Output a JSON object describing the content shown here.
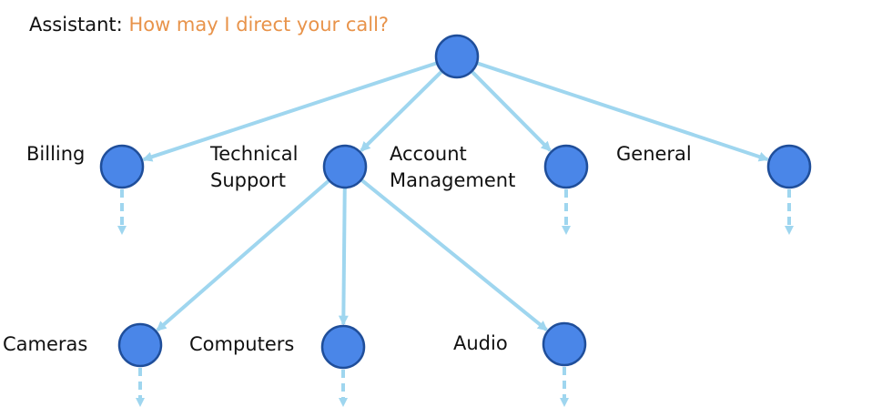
{
  "prompt": {
    "speaker": "Assistant:",
    "question": "How may I direct your call?"
  },
  "nodes": {
    "root": {},
    "billing": {
      "label_lines": [
        "Billing"
      ]
    },
    "technical_support": {
      "label_lines": [
        "Technical",
        "Support"
      ]
    },
    "account_management": {
      "label_lines": [
        "Account",
        "Management"
      ]
    },
    "general": {
      "label_lines": [
        "General"
      ]
    },
    "cameras": {
      "label_lines": [
        "Cameras"
      ]
    },
    "computers": {
      "label_lines": [
        "Computers"
      ]
    },
    "audio": {
      "label_lines": [
        "Audio"
      ]
    }
  },
  "edges": [
    {
      "from": "root",
      "to": "billing"
    },
    {
      "from": "root",
      "to": "technical_support"
    },
    {
      "from": "root",
      "to": "account_management"
    },
    {
      "from": "root",
      "to": "general"
    },
    {
      "from": "technical_support",
      "to": "cameras"
    },
    {
      "from": "technical_support",
      "to": "computers"
    },
    {
      "from": "technical_support",
      "to": "audio"
    }
  ],
  "continuations": [
    "billing",
    "account_management",
    "general",
    "cameras",
    "computers",
    "audio"
  ],
  "colors": {
    "node_fill": "#4a86e8",
    "node_stroke": "#1f4e9a",
    "edge": "#9fd6ef",
    "question_text": "#e8934a",
    "text": "#111111"
  }
}
